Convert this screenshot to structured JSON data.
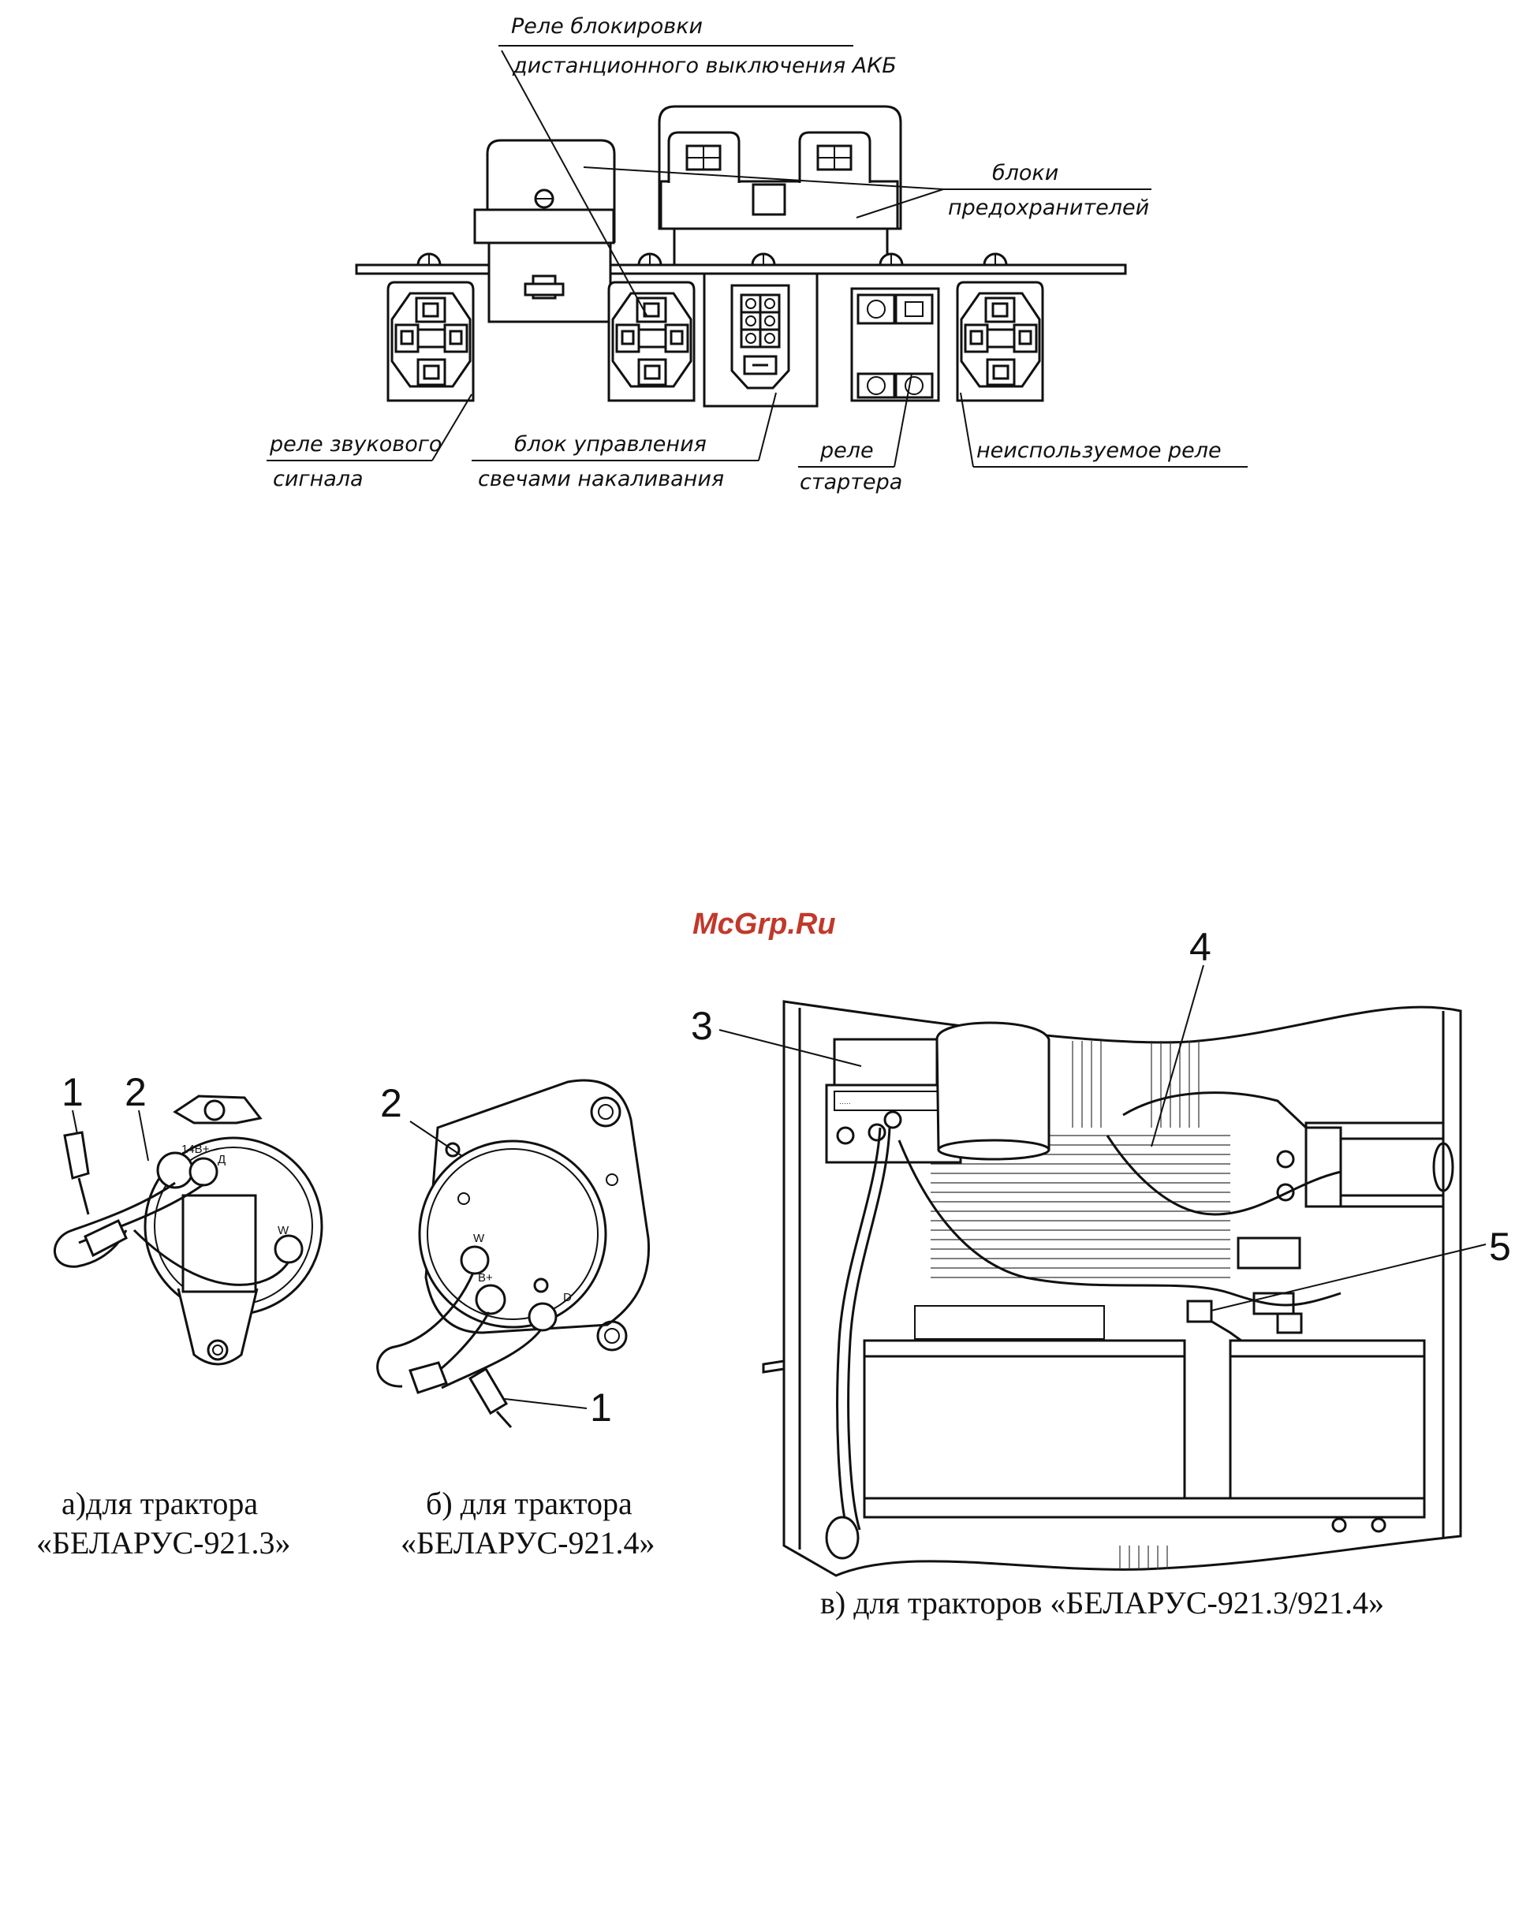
{
  "top_diagram": {
    "labels": {
      "lock_relay_line1": "Реле блокировки",
      "lock_relay_line2": "дистанционного выключения АКБ",
      "fuse_blocks_line1": "блоки",
      "fuse_blocks_line2": "предохранителей",
      "horn_relay_line1": "реле звукового",
      "horn_relay_line2": "сигнала",
      "glow_unit_line1": "блок управления",
      "glow_unit_line2": "свечами накаливания",
      "starter_relay_line1": "реле",
      "starter_relay_line2": "стартера",
      "unused_relay": "неиспользуемое реле"
    }
  },
  "watermark": "McGrp.Ru",
  "generator_a": {
    "callouts": [
      "1",
      "2"
    ],
    "terminal_labels": [
      "14В+",
      "Д",
      "W"
    ],
    "caption_line1": "а)для трактора",
    "caption_line2": "«БЕЛАРУС-921.3»"
  },
  "generator_b": {
    "callouts": [
      "2",
      "1"
    ],
    "terminal_labels": [
      "W",
      "B+",
      "D"
    ],
    "caption_line1": "б) для трактора",
    "caption_line2": "«БЕЛАРУС-921.4»"
  },
  "compartment_c": {
    "callouts": [
      "3",
      "4",
      "5"
    ],
    "caption": "в) для тракторов «БЕЛАРУС-921.3/921.4»"
  }
}
